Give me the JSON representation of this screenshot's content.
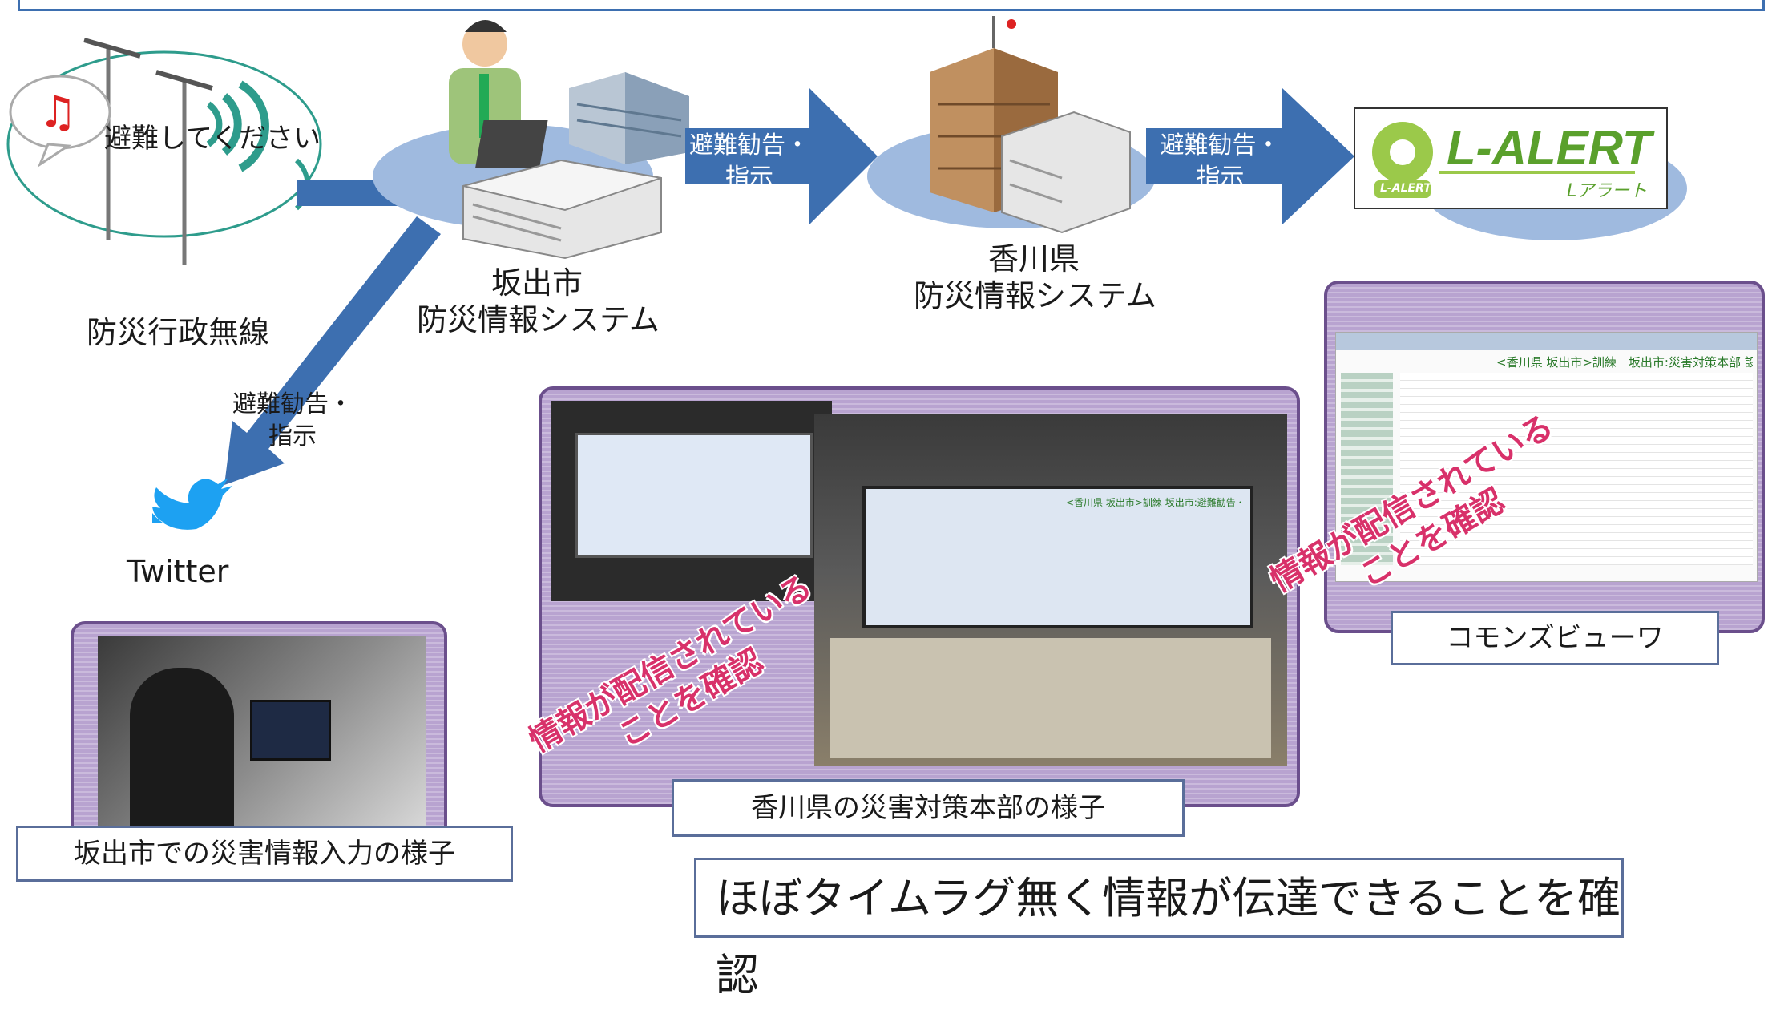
{
  "labels": {
    "speech": "避難してください",
    "radio": "防災行政無線",
    "sakaide_system_line1": "坂出市",
    "sakaide_system_line2": "防災情報システム",
    "kagawa_system_line1": "香川県",
    "kagawa_system_line2": "防災情報システム",
    "twitter": "Twitter",
    "lalert": "L-ALERT",
    "lalert_kana": "Lアラート",
    "lalert_small": "L-ALERT"
  },
  "arrows": {
    "to_kagawa_line1": "避難勧告・",
    "to_kagawa_line2": "指示",
    "to_lalert_line1": "避難勧告・",
    "to_lalert_line2": "指示",
    "to_twitter_line1": "避難勧告・",
    "to_twitter_line2": "指示"
  },
  "photos": {
    "sakaide_caption": "坂出市での災害情報入力の様子",
    "kagawa_caption": "香川県の災害対策本部の様子",
    "commons_caption": "コモンズビューワ",
    "stamp_line1": "情報が配信されている",
    "stamp_line2": "ことを確認",
    "commons_header": "<香川県 坂出市>訓練　坂出市:災害対策本部 設置",
    "wall_header": "<香川県 坂出市>訓練 坂出市:避難勧告・指示情報"
  },
  "conclusion": "ほぼタイムラグ無く情報が伝達できることを確認",
  "colors": {
    "arrow": "#3d6fb0",
    "ellipse": "#9fbadf",
    "frame": "#b8a3d0",
    "stamp": "#d8316a",
    "burst": "#f3c316"
  }
}
